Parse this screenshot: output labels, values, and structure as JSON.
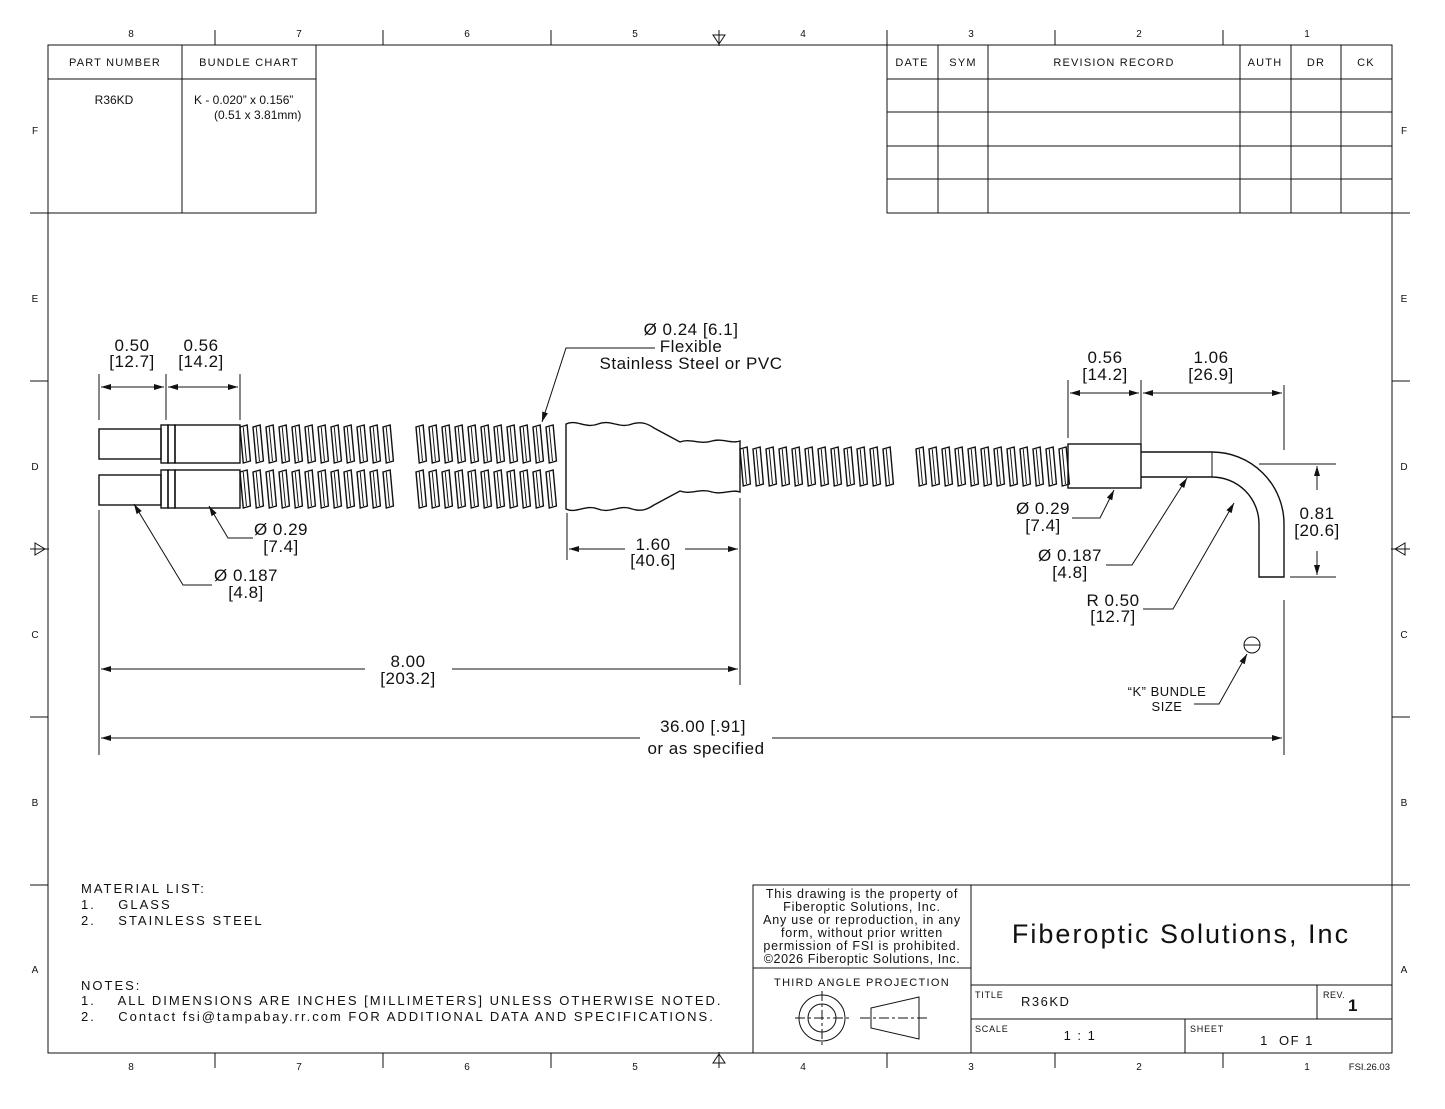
{
  "border": {
    "col_labels": [
      "8",
      "7",
      "6",
      "5",
      "4",
      "3",
      "2",
      "1"
    ],
    "row_labels": [
      "F",
      "E",
      "D",
      "C",
      "B",
      "A"
    ],
    "doc_code": "FSI.26.03"
  },
  "part_table": {
    "headers": [
      "PART NUMBER",
      "BUNDLE CHART"
    ],
    "part_number": "R36KD",
    "bundle_line1": "K - 0.020” x 0.156”",
    "bundle_line2": "(0.51 x 3.81mm)"
  },
  "revision_table": {
    "headers": [
      "DATE",
      "SYM",
      "REVISION RECORD",
      "AUTH",
      "DR",
      "CK"
    ]
  },
  "dimensions": {
    "left_tip_len": [
      "0.50",
      "[12.7]"
    ],
    "left_ferrule_len": [
      "0.56",
      "[14.2]"
    ],
    "sheath": [
      "Ø 0.24 [6.1]",
      "Flexible",
      "Stainless Steel or PVC"
    ],
    "left_ferrule_dia": [
      "Ø 0.29",
      "[7.4]"
    ],
    "left_tip_dia": [
      "Ø 0.187",
      "[4.8]"
    ],
    "breakout_len": [
      "1.60",
      "[40.6]"
    ],
    "leg_len": [
      "8.00",
      "[203.2]"
    ],
    "overall_len": [
      "36.00 [.91]",
      "or as specified"
    ],
    "right_ferrule_len": [
      "0.56",
      "[14.2]"
    ],
    "right_tube_len": [
      "1.06",
      "[26.9]"
    ],
    "bend_offset": [
      "0.81",
      "[20.6]"
    ],
    "right_ferrule_dia": [
      "Ø 0.29",
      "[7.4]"
    ],
    "right_tube_dia": [
      "Ø 0.187",
      "[4.8]"
    ],
    "bend_radius": [
      "R 0.50",
      "[12.7]"
    ],
    "bundle_size": [
      "“K” BUNDLE",
      "SIZE"
    ]
  },
  "material_list": {
    "title": "MATERIAL LIST:",
    "items": [
      "1.    GLASS",
      "2.    STAINLESS STEEL"
    ]
  },
  "notes": {
    "title": "NOTES:",
    "items": [
      "1.    ALL DIMENSIONS ARE INCHES [MILLIMETERS] UNLESS OTHERWISE NOTED.",
      "2.    Contact fsi@tampabay.rr.com FOR ADDITIONAL DATA AND SPECIFICATIONS."
    ]
  },
  "title_block": {
    "property_lines": [
      "This drawing is the property of",
      "Fiberoptic Solutions, Inc.",
      "Any use or reproduction, in any",
      "form, without prior written",
      "permission of FSI is prohibited.",
      "©2026 Fiberoptic Solutions, Inc."
    ],
    "projection": "THIRD ANGLE PROJECTION",
    "company": "Fiberoptic Solutions, Inc",
    "title_label": "TITLE",
    "title": "R36KD",
    "rev_label": "REV.",
    "rev": "1",
    "scale_label": "SCALE",
    "scale": "1 : 1",
    "sheet_label": "SHEET",
    "sheet": "1  OF 1"
  }
}
